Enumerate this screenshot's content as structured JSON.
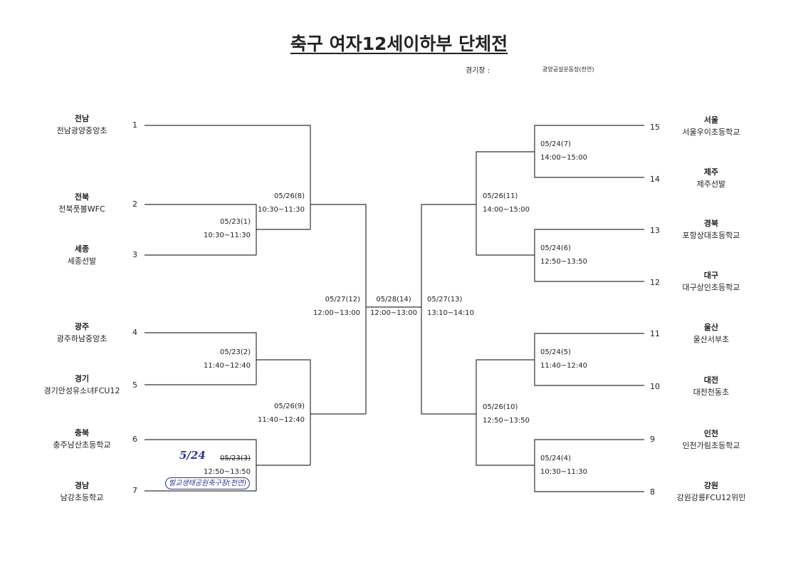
{
  "title": "축구 여자12세이하부 단체전",
  "venue": {
    "label": "경기장 :",
    "value": "광양공설운동장(천연)"
  },
  "left_teams": [
    {
      "seed": "1",
      "region": "전남",
      "school": "전남광양중앙초"
    },
    {
      "seed": "2",
      "region": "전북",
      "school": "전북풋볼WFC"
    },
    {
      "seed": "3",
      "region": "세종",
      "school": "세종선발"
    },
    {
      "seed": "4",
      "region": "광주",
      "school": "광주하남중앙초"
    },
    {
      "seed": "5",
      "region": "경기",
      "school": "경기안성유소녀FCU12"
    },
    {
      "seed": "6",
      "region": "충북",
      "school": "충주남산초등학교"
    },
    {
      "seed": "7",
      "region": "경남",
      "school": "남강초등학교"
    }
  ],
  "right_teams": [
    {
      "seed": "15",
      "region": "서울",
      "school": "서울우이초등학교"
    },
    {
      "seed": "14",
      "region": "제주",
      "school": "제주선발"
    },
    {
      "seed": "13",
      "region": "경북",
      "school": "포항상대초등학교"
    },
    {
      "seed": "12",
      "region": "대구",
      "school": "대구상인초등학교"
    },
    {
      "seed": "11",
      "region": "울산",
      "school": "울산서부초"
    },
    {
      "seed": "10",
      "region": "대전",
      "school": "대전천동초"
    },
    {
      "seed": "9",
      "region": "인천",
      "school": "인천가림초등학교"
    },
    {
      "seed": "8",
      "region": "강원",
      "school": "강원강릉FCU12위민"
    }
  ],
  "matches": {
    "m1": {
      "date": "05/23(1)",
      "time": "10:30~11:30"
    },
    "m2": {
      "date": "05/23(2)",
      "time": "11:40~12:40"
    },
    "m3": {
      "date": "05/23(3)",
      "time": "12:50~13:50"
    },
    "m4": {
      "date": "05/24(4)",
      "time": "10:30~11:30"
    },
    "m5": {
      "date": "05/24(5)",
      "time": "11:40~12:40"
    },
    "m6": {
      "date": "05/24(6)",
      "time": "12:50~13:50"
    },
    "m7": {
      "date": "05/24(7)",
      "time": "14:00~15:00"
    },
    "m8": {
      "date": "05/26(8)",
      "time": "10:30~11:30"
    },
    "m9": {
      "date": "05/26(9)",
      "time": "11:40~12:40"
    },
    "m10": {
      "date": "05/26(10)",
      "time": "12:50~13:50"
    },
    "m11": {
      "date": "05/26(11)",
      "time": "14:00~15:00"
    },
    "m12": {
      "date": "05/27(12)",
      "time": "12:00~13:00"
    },
    "m13": {
      "date": "05/27(13)",
      "time": "13:10~14:10"
    },
    "m14": {
      "date": "05/28(14)",
      "time": "12:00~13:00"
    }
  },
  "handwritten": {
    "new_date": "5/24",
    "new_venue": "벌교생태공원축구장(천연)",
    "ink_color": "#2d3590"
  }
}
